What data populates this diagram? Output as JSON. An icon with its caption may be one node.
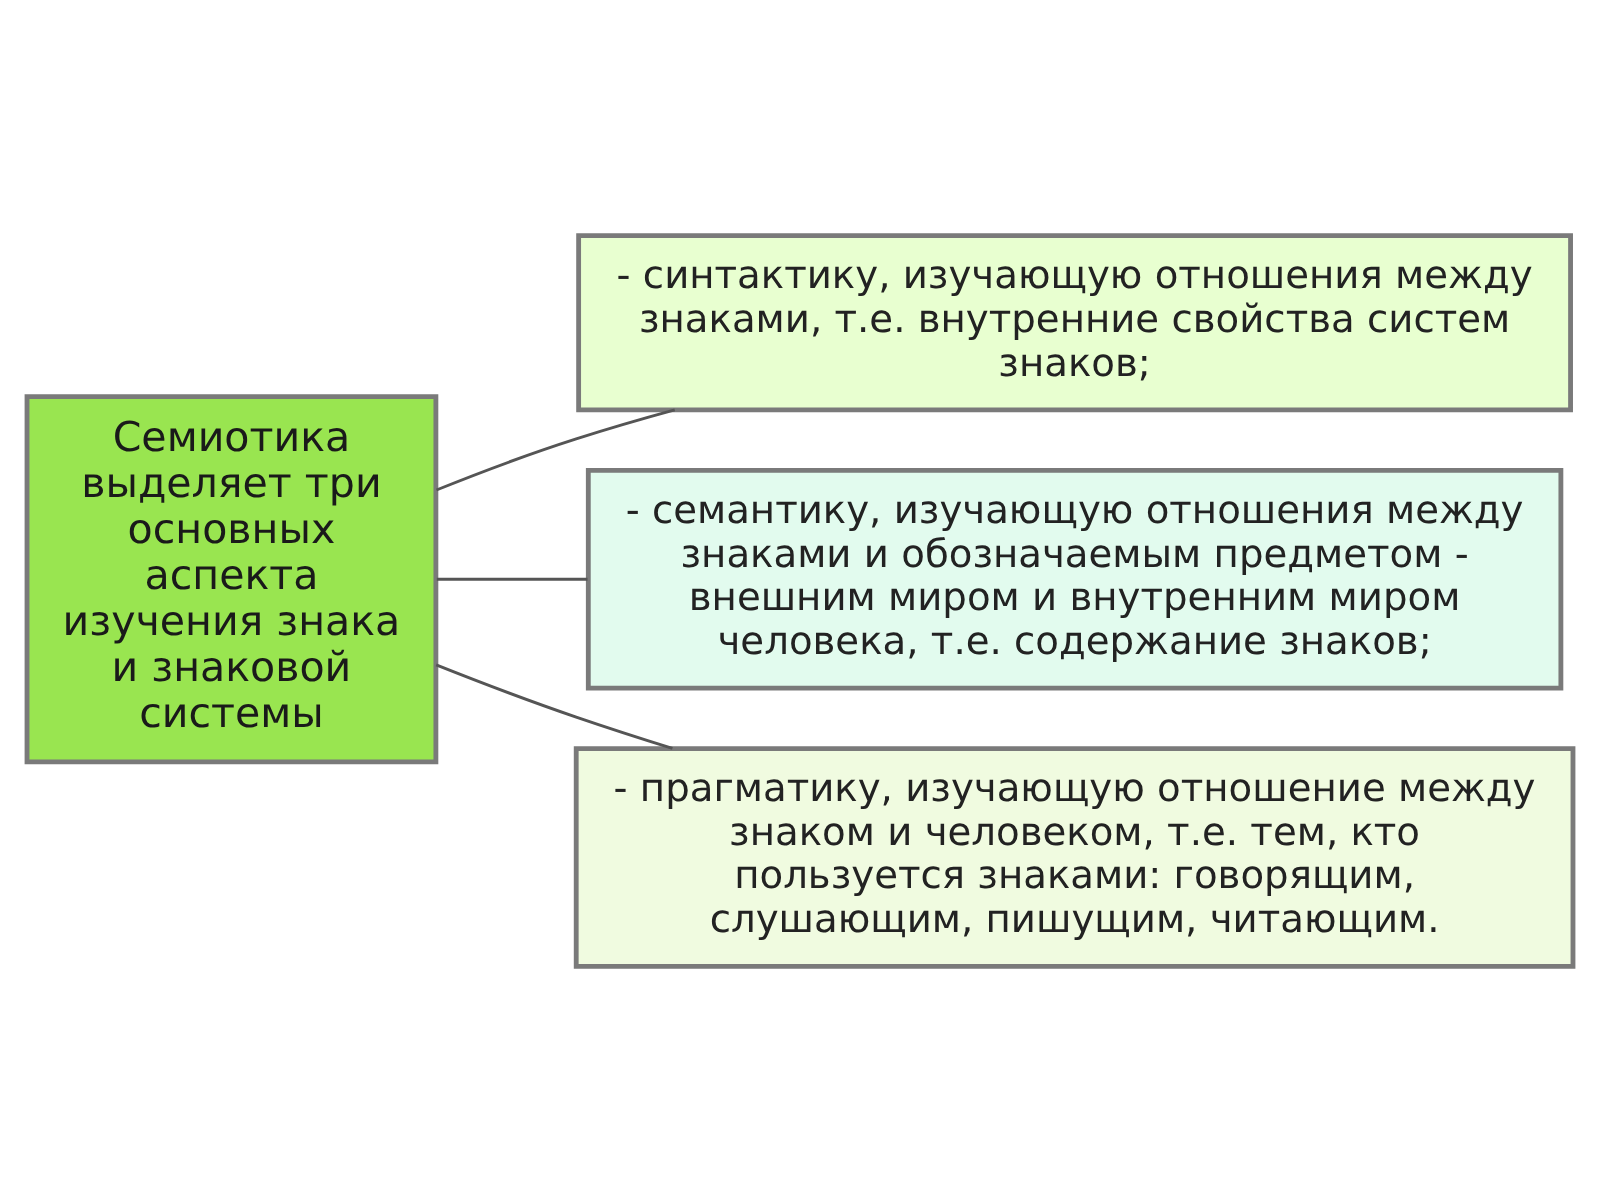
{
  "diagram": {
    "nodes": [
      {
        "text": [
          "Семиотика выделяет три основных аспекта изучения знака и знаковой системы"
        ]
      },
      {
        "text": [
          "- синтактику, изучающую отношения между знаками, т.е. внутренние свойства систем знаков;"
        ]
      },
      {
        "text": [
          "- семантику, изучающую отношения между знаками и обозначаемым предметом - внешним миром и внутренним миром человека, т.е. содержание знаков;"
        ]
      },
      {
        "text": [
          "- прагматику, изучающую отношение между знаком и человеком, т.е. тем, кто пользуется знаками: говорящим, слушающим, пишущим, читающим."
        ]
      }
    ],
    "edges": [
      {
        "from": 0,
        "to": 1,
        "arrow": "none"
      },
      {
        "from": 0,
        "to": 2,
        "arrow": "none"
      },
      {
        "from": 0,
        "to": 3,
        "arrow": "none"
      }
    ]
  }
}
